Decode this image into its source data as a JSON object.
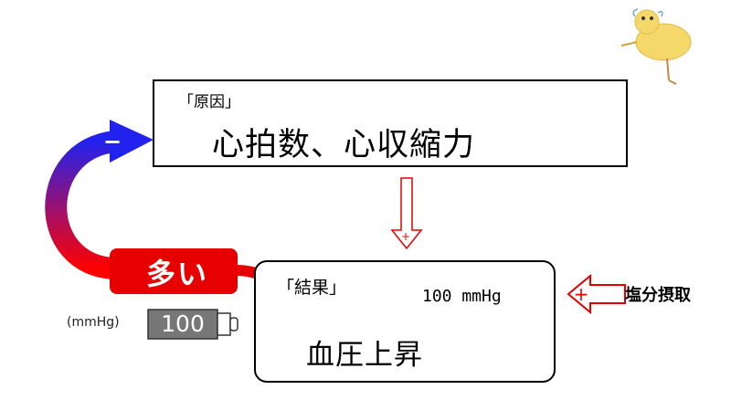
{
  "cause": {
    "tag": "「原因」",
    "text": "心拍数、心収縮力"
  },
  "result": {
    "tag": "「結果」",
    "value": "100 mmHg",
    "text": "血圧上昇"
  },
  "salt_label": "塩分摂取",
  "feedback": {
    "label": "多い",
    "unit": "(mmHg)",
    "gauge_value": "100",
    "minus_sign": "−",
    "plus_sign": "+"
  },
  "colors": {
    "red": "#e60000",
    "blue": "#1c1cd8",
    "gauge": "#777777",
    "arrow_down_blue": "#0000ff"
  },
  "icons": [
    "chick-icon",
    "down-arrow-icon",
    "left-arrow-icon",
    "curved-feedback-arrow-icon",
    "gauge-icon"
  ]
}
